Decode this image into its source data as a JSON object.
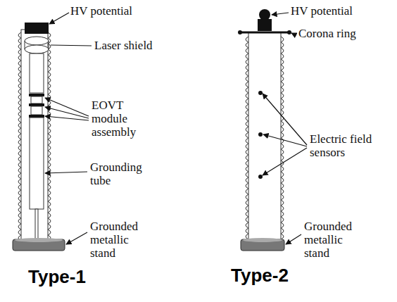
{
  "diagram": {
    "labels": [
      "HV potential",
      "Laser shield",
      "EOVT module assembly",
      "Grounding tube",
      "Grounded metallic stand",
      "Type-1",
      "HV potential",
      "Corona ring",
      "Electric field sensors",
      "Grounded metallic stand",
      "Type-2"
    ]
  }
}
